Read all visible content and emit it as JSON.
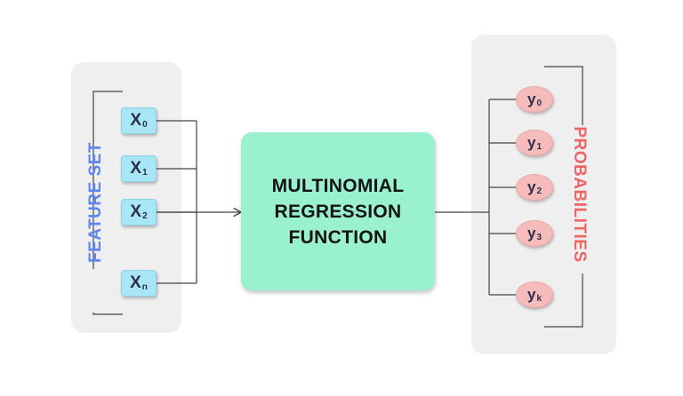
{
  "left_panel": {
    "label": "FEATURE SET",
    "label_color": "#5d86f2",
    "features": [
      {
        "base": "X",
        "sub": "0"
      },
      {
        "base": "X",
        "sub": "1"
      },
      {
        "base": "X",
        "sub": "2"
      },
      {
        "base": "X",
        "sub": "n"
      }
    ]
  },
  "center": {
    "label": "MULTINOMIAL\nREGRESSION\nFUNCTION",
    "color": "#9af1cf"
  },
  "right_panel": {
    "label": "PROBABILITIES",
    "label_color": "#ef6565",
    "outputs": [
      {
        "base": "y",
        "sub": "0"
      },
      {
        "base": "y",
        "sub": "1"
      },
      {
        "base": "y",
        "sub": "2"
      },
      {
        "base": "y",
        "sub": "3"
      },
      {
        "base": "y",
        "sub": "k"
      }
    ]
  },
  "colors": {
    "feature_fill": "#a9e6f5",
    "output_fill": "#f6bcbc",
    "panel_fill": "#efefef",
    "line": "#444444"
  }
}
